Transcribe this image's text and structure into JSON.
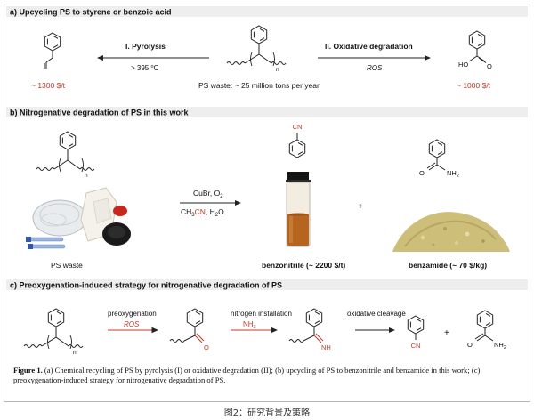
{
  "panel_a": {
    "title": "a) Upcycling PS to styrene or benzoic acid",
    "pyrolysis_label": "I. Pyrolysis",
    "pyrolysis_condition_prefix": "> 395 ",
    "pyrolysis_condition_unit": "C",
    "pyrolysis_condition_deg": "o",
    "oxidative_label": "II. Oxidative degradation",
    "oxidative_condition": "ROS",
    "styrene_price": "~ 1300 $/t",
    "benzoic_price": "~ 1000 $/t",
    "ps_waste_label": "PS waste: ~ 25 million tons per year",
    "n_label": "n",
    "ho_label": "HO",
    "o_label": "O"
  },
  "panel_b": {
    "title": "b) Nitrogenative degradation of PS in this work",
    "reagent_line1_prefix": "CuBr, O",
    "reagent_line1_sub": "2",
    "reagent_line2_a": "CH",
    "reagent_line2_a_sub": "3",
    "reagent_line2_cn": "CN",
    "reagent_line2_b": ", H",
    "reagent_line2_b_sub": "2",
    "reagent_line2_c": "O",
    "plus": "+",
    "ps_waste_label": "PS waste",
    "benzonitrile_label": "benzonitrile (~ 2200 $/t)",
    "benzamide_label": "benzamide (~ 70 $/kg)",
    "n_label": "n",
    "cn_label": "CN",
    "o_label": "O",
    "nh2_label": "NH",
    "nh2_sub": "2"
  },
  "panel_c": {
    "title": "c) Preoxygenation-induced strategy for nitrogenative degradation of PS",
    "step1_label": "preoxygenation",
    "step1_reagent": "ROS",
    "step2_label": "nitrogen installation",
    "step2_reagent": "NH",
    "step2_reagent_sub": "3",
    "step3_label": "oxidative cleavage",
    "n_label": "n",
    "o_label": "O",
    "nh_label": "NH",
    "cn_label": "CN",
    "plus": "+",
    "nh2_label": "NH",
    "nh2_sub": "2"
  },
  "caption": {
    "label": "Figure 1.",
    "text": " (a) Chemical recycling of PS by pyrolysis (I) or oxidative degradation (II); (b) upcycling of PS to benzonitrile and benzamide in this work; (c) preoxygenation-induced strategy for nitrogenative degradation of PS."
  },
  "bottom_note": "图2：研究背景及策略",
  "colors": {
    "accent_red": "#c0392b",
    "liquid_orange": "#b5651d",
    "benzamide_powder": "#cdbf7a"
  }
}
